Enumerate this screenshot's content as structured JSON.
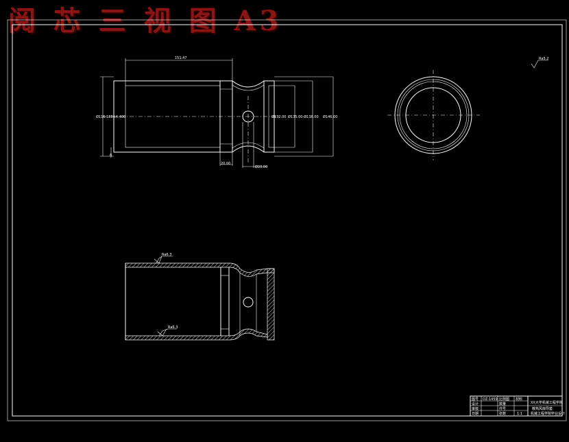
{
  "watermark_title": "阅 芯 三 视 图 A3",
  "dims": {
    "overall_length": "151.47",
    "bore_left": "Ø116.188±4.400",
    "neck_dia": "Ø132.00",
    "flange_inner": "Ø135.00-Ø138.00",
    "outer_right": "Ø146.00",
    "ring_width": "20.00",
    "hole_width": "Ø20.00",
    "small_dim": "8"
  },
  "roughness": {
    "top_right": "Ra3.2",
    "section_outer": "Ra6.3",
    "section_inner": "Ra6.3"
  },
  "title_block": {
    "rows": [
      [
        "图号",
        "DZ-1459",
        "比例图",
        "材料"
      ],
      [
        "设计",
        "",
        "数量",
        ""
      ],
      [
        "审核",
        "",
        "件号",
        ""
      ],
      [
        "日期",
        "",
        "张数",
        "1:1"
      ]
    ],
    "school": "XX大学机械工程学院",
    "part_name": "散热风扇导套",
    "project": "机械工程学院毕业设计"
  }
}
